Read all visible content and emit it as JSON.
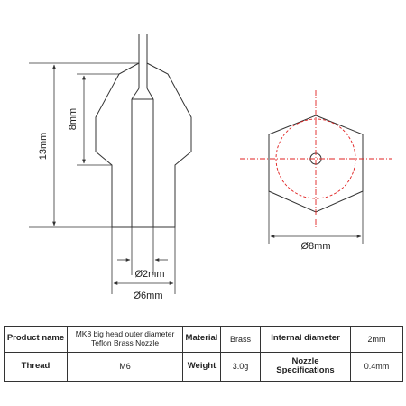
{
  "dimensions": {
    "total_height": "13mm",
    "thread_length": "8mm",
    "bore_diameter": "Ø2mm",
    "thread_diameter": "Ø6mm",
    "hex_size": "Ø8mm"
  },
  "spec_table": {
    "row1": {
      "product_name_label": "Product name",
      "product_name_line1": "MK8 big head outer diameter",
      "product_name_line2": "Teflon Brass Nozzle",
      "material_label": "Material",
      "material_value": "Brass",
      "internal_diameter_label": "Internal diameter",
      "internal_diameter_value": "2mm"
    },
    "row2": {
      "thread_label": "Thread",
      "thread_value": "M6",
      "weight_label": "Weight",
      "weight_value": "3.0g",
      "nozzle_spec_label": "Nozzle Specifications",
      "nozzle_spec_value": "0.4mm"
    }
  },
  "colors": {
    "line": "#333333",
    "center_line": "#e02020"
  }
}
